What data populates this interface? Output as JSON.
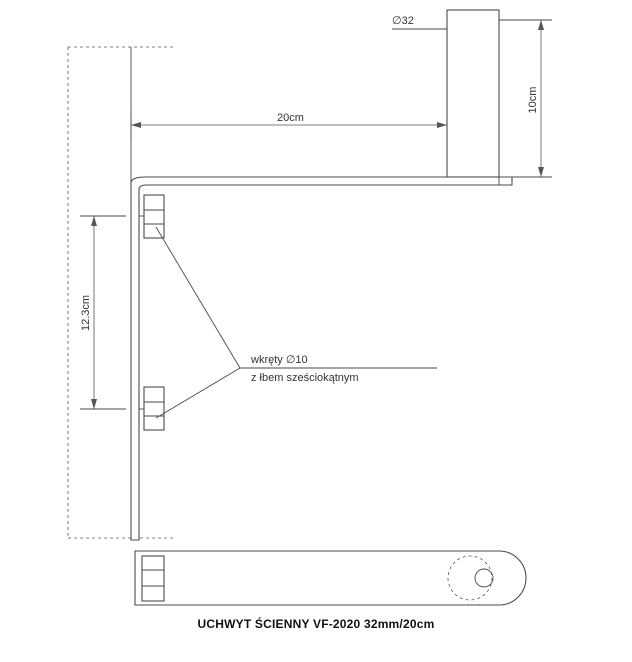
{
  "diagram": {
    "labels": {
      "diameter_pipe": "∅32",
      "arm_length": "20cm",
      "pipe_height": "10cm",
      "bolt_spacing": "12.3cm",
      "screws_line1": "wkręty ∅10",
      "screws_line2": "z łbem sześciokątnym"
    },
    "caption": "UCHWYT ŚCIENNY VF-2020 32mm/20cm",
    "colors": {
      "line": "#4a4a4a",
      "dimension": "#555555",
      "text": "#333333",
      "background": "#ffffff"
    }
  }
}
